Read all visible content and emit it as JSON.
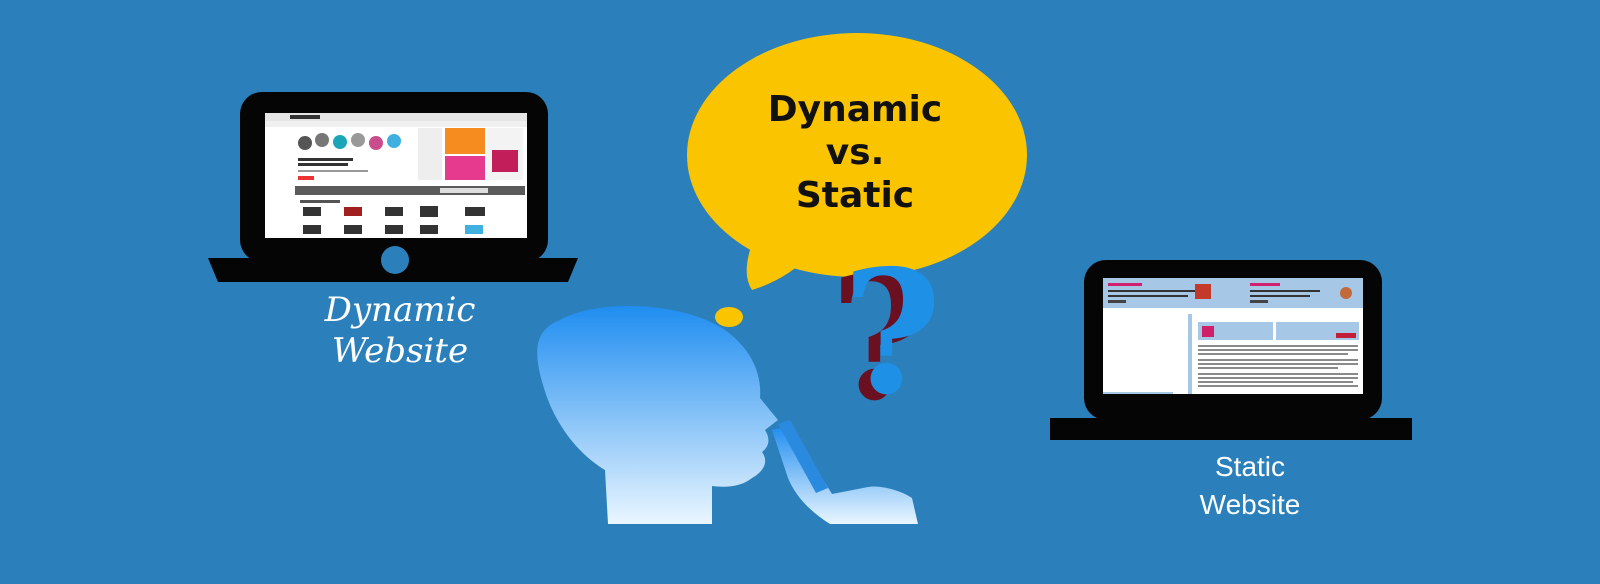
{
  "bubble": {
    "line1": "Dynamic",
    "line2": "vs.",
    "line3": "Static"
  },
  "captions": {
    "dynamic_line1": "Dynamic",
    "dynamic_line2": "Website",
    "static_line1": "Static",
    "static_line2": "Website"
  },
  "colors": {
    "background": "#2b80bc",
    "bubble": "#fbc400",
    "question_mark": "#1e90e6",
    "head_gradient_top": "#1f8df0",
    "head_gradient_bottom": "#eaf6ff"
  },
  "icons": [
    "laptop-dynamic-icon",
    "laptop-static-icon",
    "thought-bubble-icon",
    "question-mark-icon",
    "thinking-head-icon"
  ]
}
